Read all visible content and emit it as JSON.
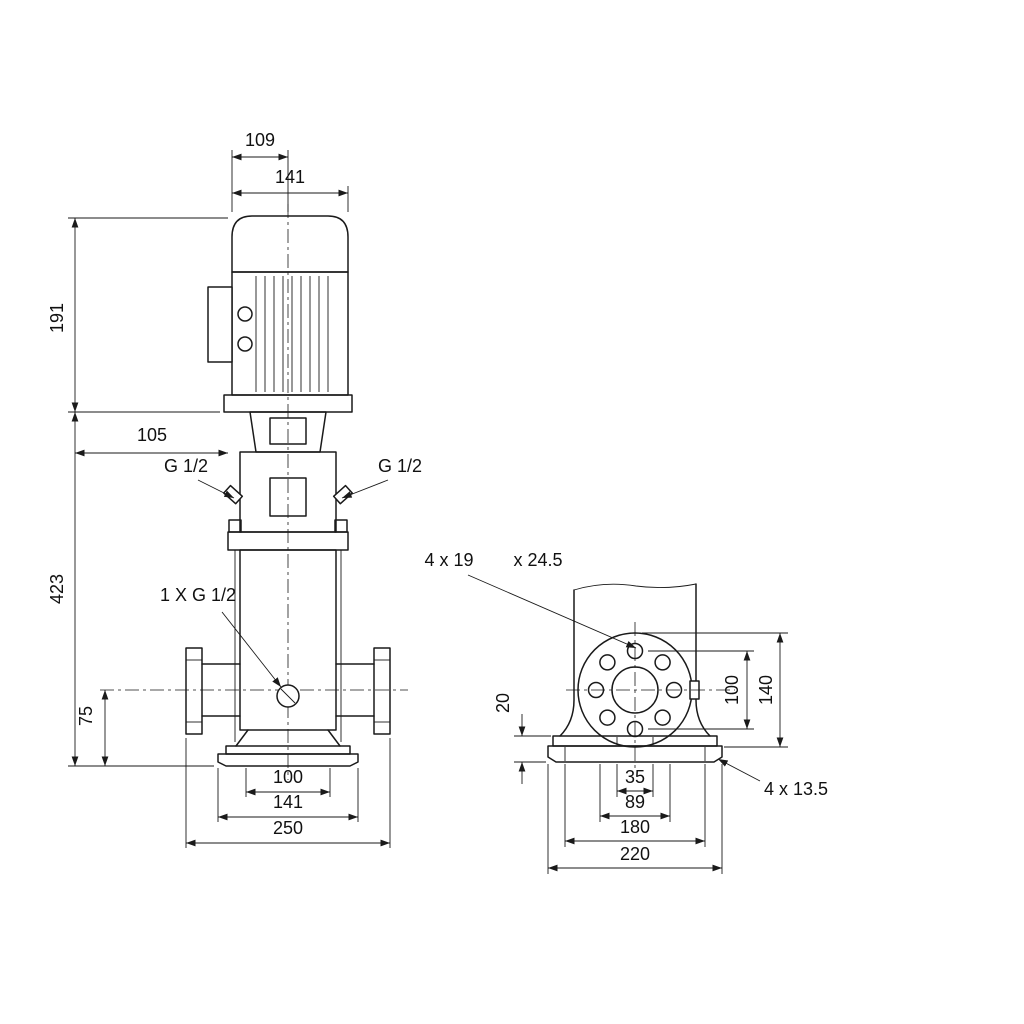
{
  "drawing": {
    "type": "pump-dimensional-drawing",
    "units": "mm",
    "front_view": {
      "dim_motor_top_width": "109",
      "dim_motor_width": "141",
      "dim_motor_height": "191",
      "dim_offset_105": "105",
      "label_plug_left": "G 1/2",
      "label_plug_right": "G 1/2",
      "dim_pump_height": "423",
      "label_drain_plug": "1 X G 1/2",
      "dim_port_center_to_base": "75",
      "dim_base_inner_width": "100",
      "dim_base_width": "141",
      "dim_port_to_port": "250"
    },
    "side_view": {
      "callout_flange_holes": "4 x 19",
      "callout_flange_spotface": "x 24.5",
      "dim_base_height": "20",
      "dim_bolt_circle": "100",
      "dim_flange_od": "140",
      "dim_base_hole_offset_x": "35",
      "dim_base_hole_offset_y": "89",
      "dim_base_hole_span": "180",
      "dim_base_length": "220",
      "callout_base_holes": "4 x 13.5"
    }
  }
}
